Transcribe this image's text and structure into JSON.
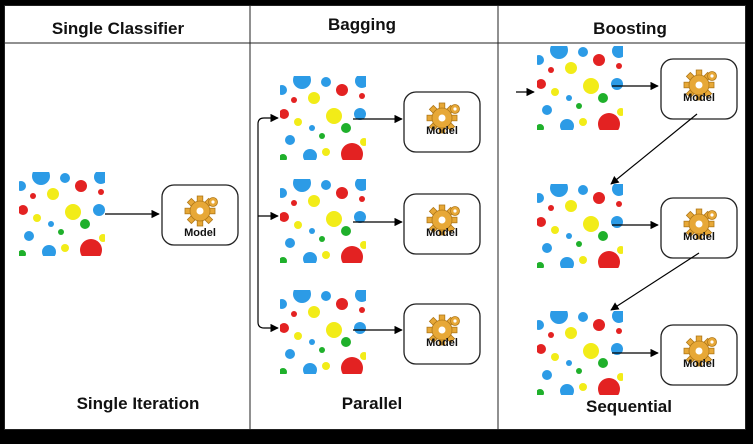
{
  "sections": [
    {
      "title": "Single Classifier",
      "caption": "Single Iteration"
    },
    {
      "title": "Bagging",
      "caption": "Parallel"
    },
    {
      "title": "Boosting",
      "caption": "Sequential"
    }
  ],
  "model_label": "Model",
  "icons": {
    "dataset": "dotted-dataset-icon",
    "model": "gear-icon"
  },
  "colors": {
    "background": "#000000",
    "panel": "#ffffff",
    "dot_blue": "#2c9be6",
    "dot_red": "#e32222",
    "dot_green": "#1fb02b",
    "dot_yellow": "#f2ec18",
    "gear": "#e7a837"
  }
}
